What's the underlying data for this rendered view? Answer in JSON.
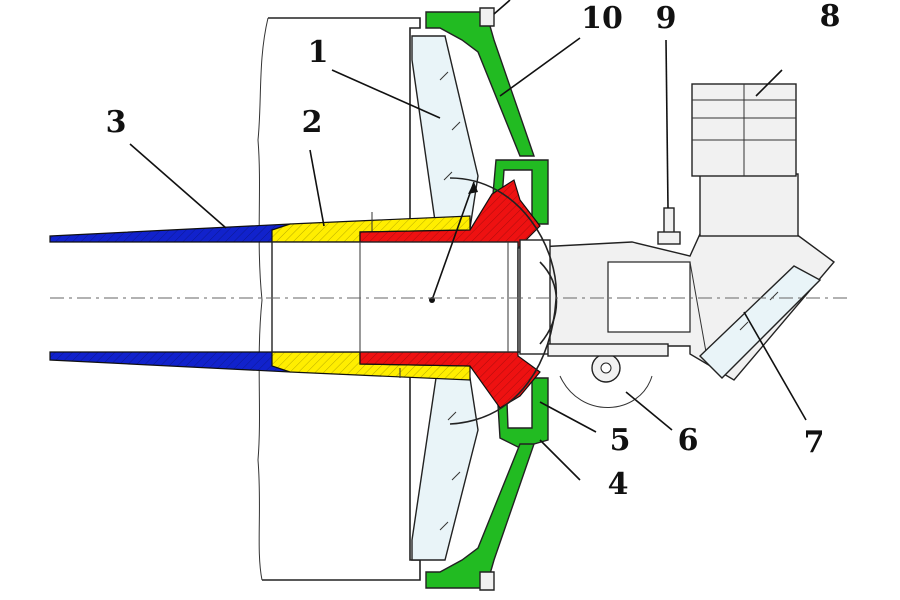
{
  "colors": {
    "green": "#22bb22",
    "red": "#ee1111",
    "yellow": "#ffee00",
    "blue": "#1122cc",
    "glass": "#e9f4f8",
    "line": "#222222"
  },
  "callouts": {
    "n1": "1",
    "n2": "2",
    "n3": "3",
    "n4": "4",
    "n5": "5",
    "n6": "6",
    "n7": "7",
    "n8": "8",
    "n9": "9",
    "n10": "10"
  }
}
